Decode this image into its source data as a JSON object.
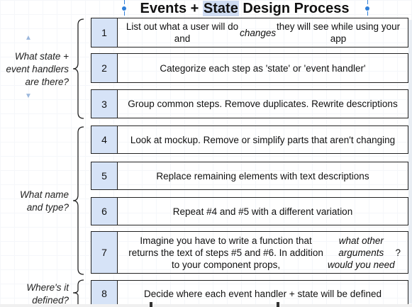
{
  "title": {
    "pre": "Events + ",
    "highlight": "State",
    "post": " Design Process"
  },
  "groups": [
    {
      "label_lines": [
        "What state +",
        "event handlers",
        "are there?"
      ]
    },
    {
      "label_lines": [
        "What name",
        "and type?"
      ]
    },
    {
      "label_lines": [
        "Where's it",
        "defined?"
      ]
    }
  ],
  "steps": [
    {
      "num": "1",
      "text": "List out what a user will do and <i>changes</i> they will see while using your app"
    },
    {
      "num": "2",
      "text": "Categorize each step as 'state' or 'event handler'"
    },
    {
      "num": "3",
      "text": "Group common steps. Remove duplicates. Rewrite descriptions"
    },
    {
      "num": "4",
      "text": "Look at mockup. Remove or simplify parts that aren't changing"
    },
    {
      "num": "5",
      "text": "Replace remaining elements with text descriptions"
    },
    {
      "num": "6",
      "text": "Repeat #4 and #5 with a different variation"
    },
    {
      "num": "7",
      "text": "Imagine you have to write a function that returns the text of steps #5 and #6.  In addition to your component props, <i>what other arguments would you need</i>?"
    },
    {
      "num": "8",
      "text": "Decide where each event handler + state will be defined"
    }
  ]
}
